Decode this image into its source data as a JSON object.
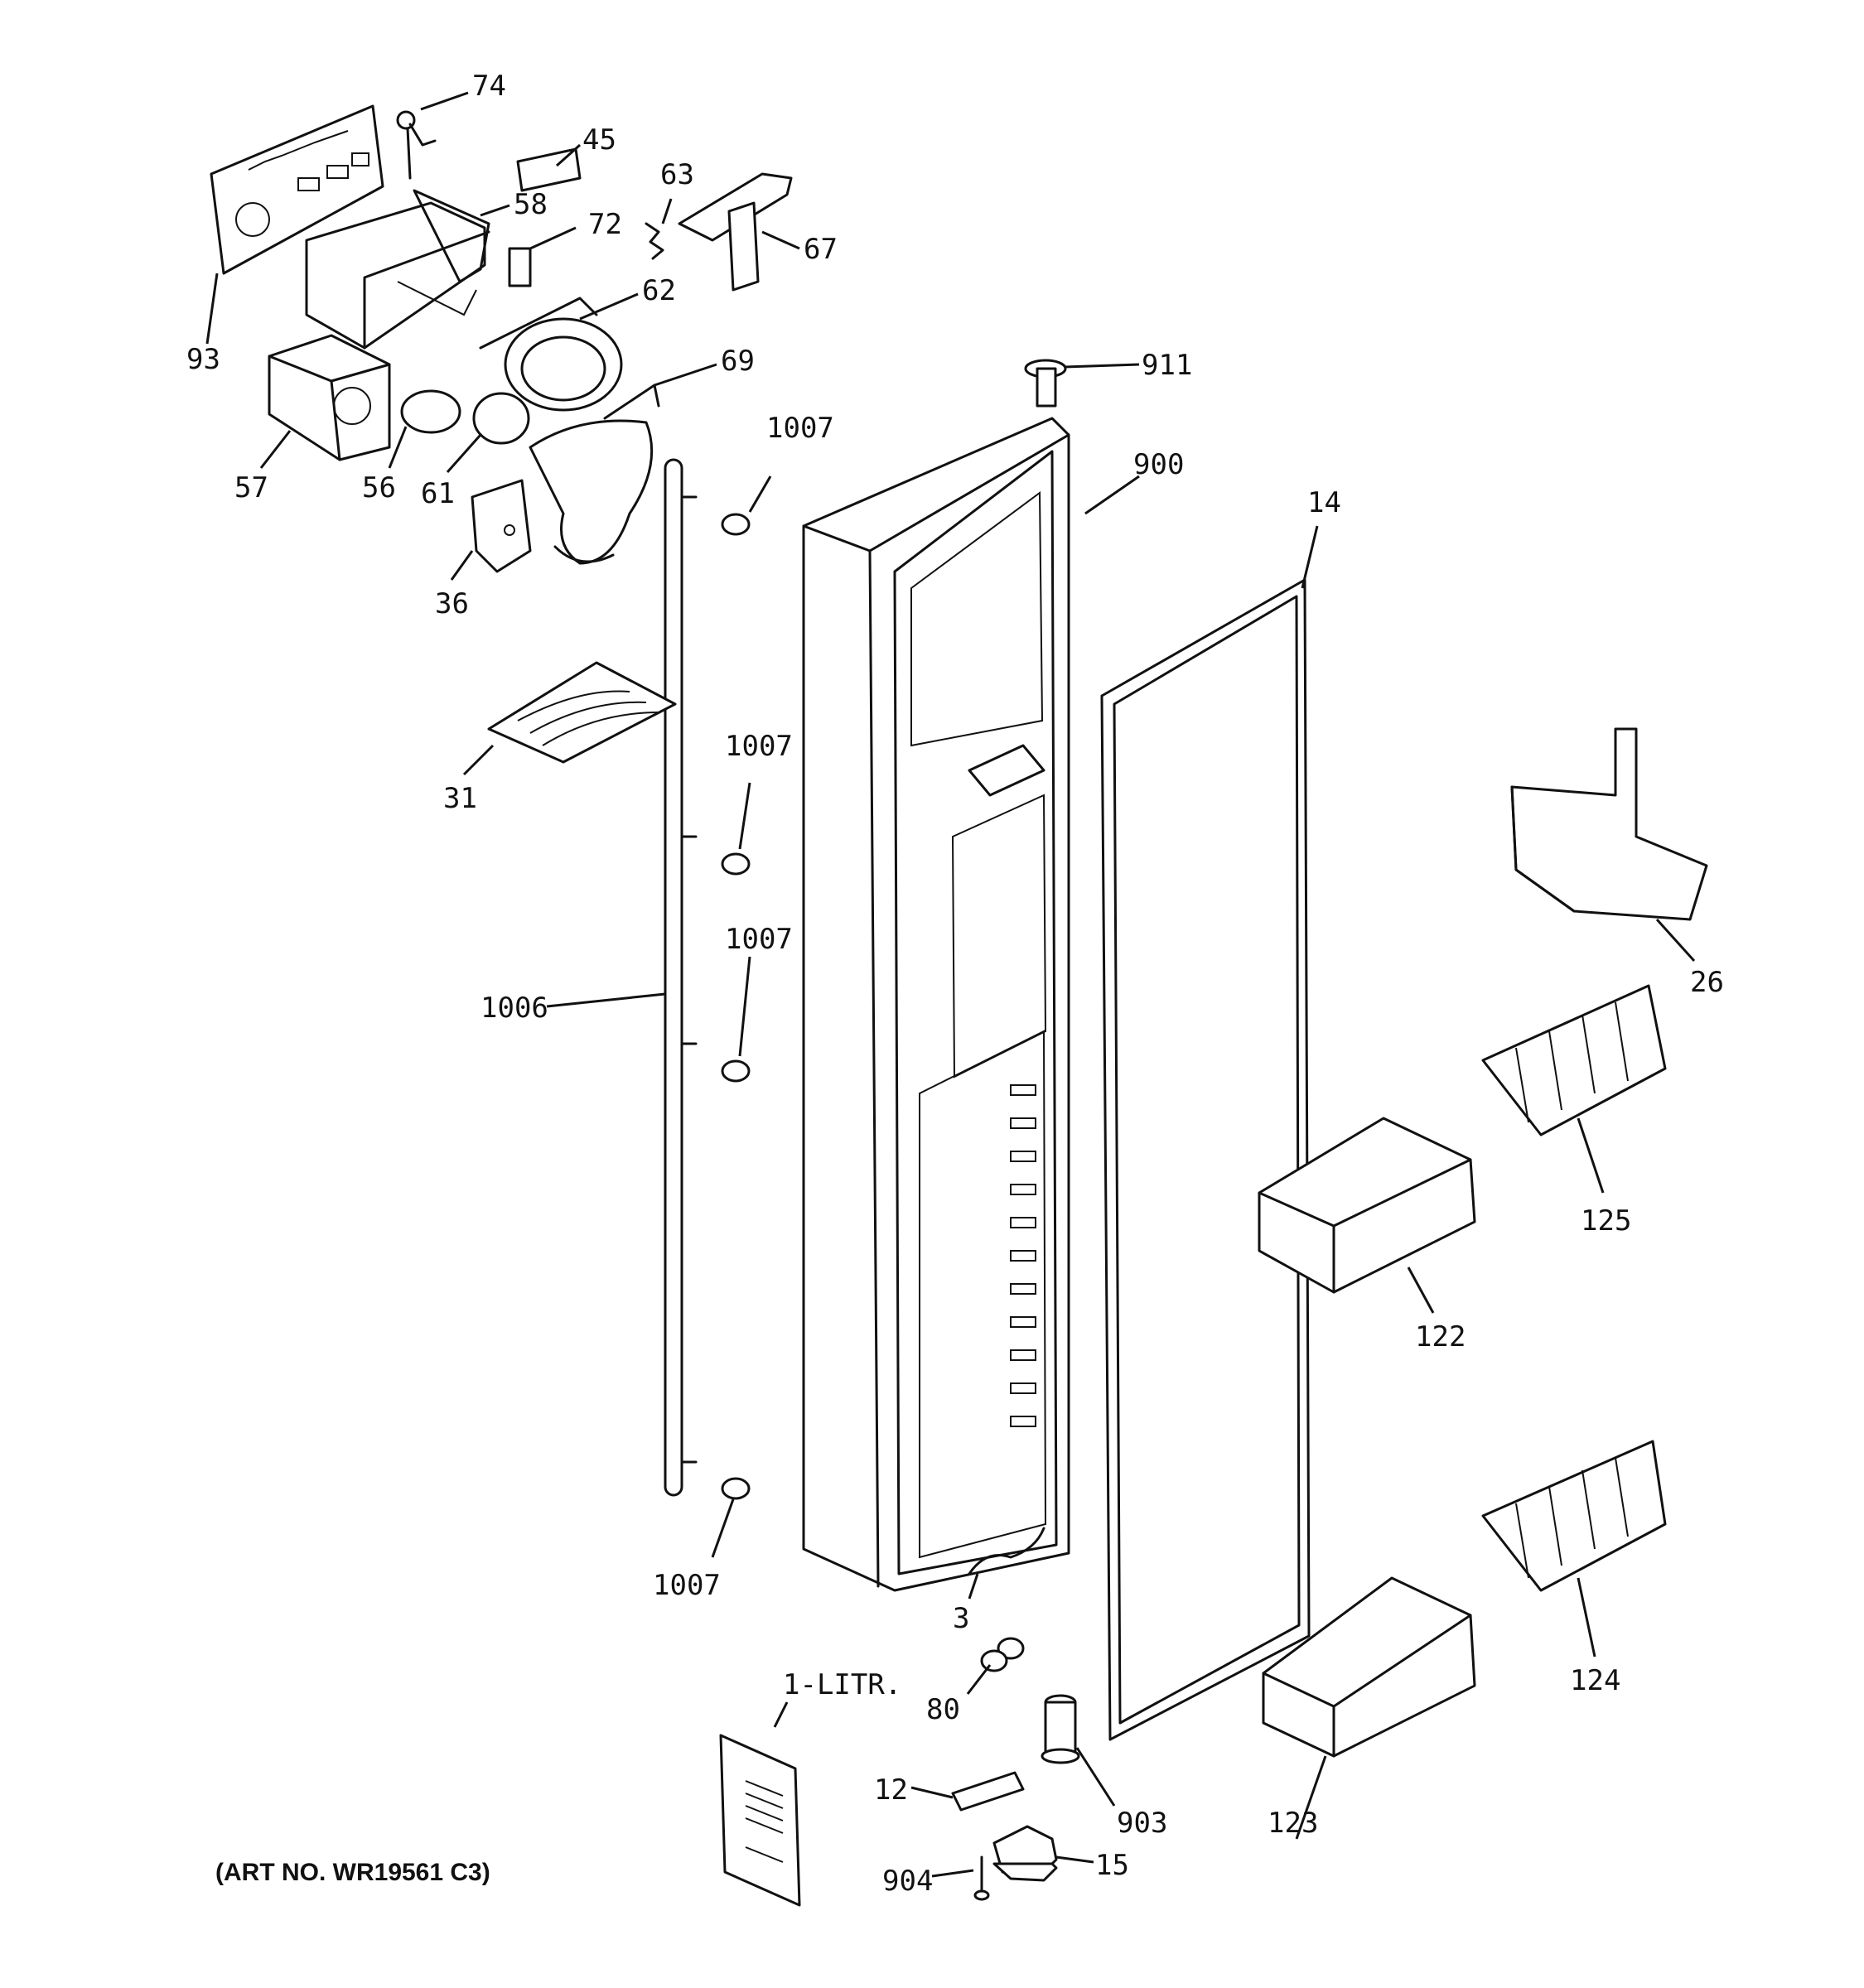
{
  "callouts": {
    "p74": "74",
    "p45": "45",
    "p63": "63",
    "p58": "58",
    "p72": "72",
    "p67": "67",
    "p62": "62",
    "p93": "93",
    "p69": "69",
    "p911": "911",
    "p57": "57",
    "p56": "56",
    "p61": "61",
    "p1007a": "1007",
    "p900": "900",
    "p36": "36",
    "p14": "14",
    "p31": "31",
    "p1007b": "1007",
    "p26": "26",
    "p1007c": "1007",
    "p1006": "1006",
    "p125": "125",
    "p122": "122",
    "p1007d": "1007",
    "p3": "3",
    "p124": "124",
    "p1litr": "1-LITR.",
    "p80": "80",
    "p12": "12",
    "p903": "903",
    "p123": "123",
    "p904": "904",
    "p15": "15"
  },
  "art_number": "(ART NO. WR19561 C3)"
}
